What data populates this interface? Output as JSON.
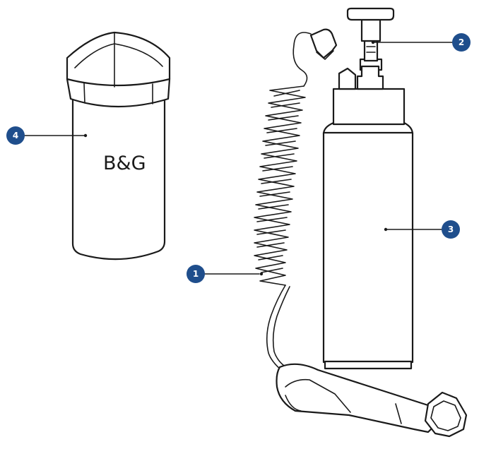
{
  "colors": {
    "callout": "#1f4e8c",
    "line": "#1a1a1a",
    "background": "#ffffff"
  },
  "brand_label": "B&G",
  "callouts": [
    {
      "number": "1"
    },
    {
      "number": "2"
    },
    {
      "number": "3"
    },
    {
      "number": "4"
    }
  ]
}
